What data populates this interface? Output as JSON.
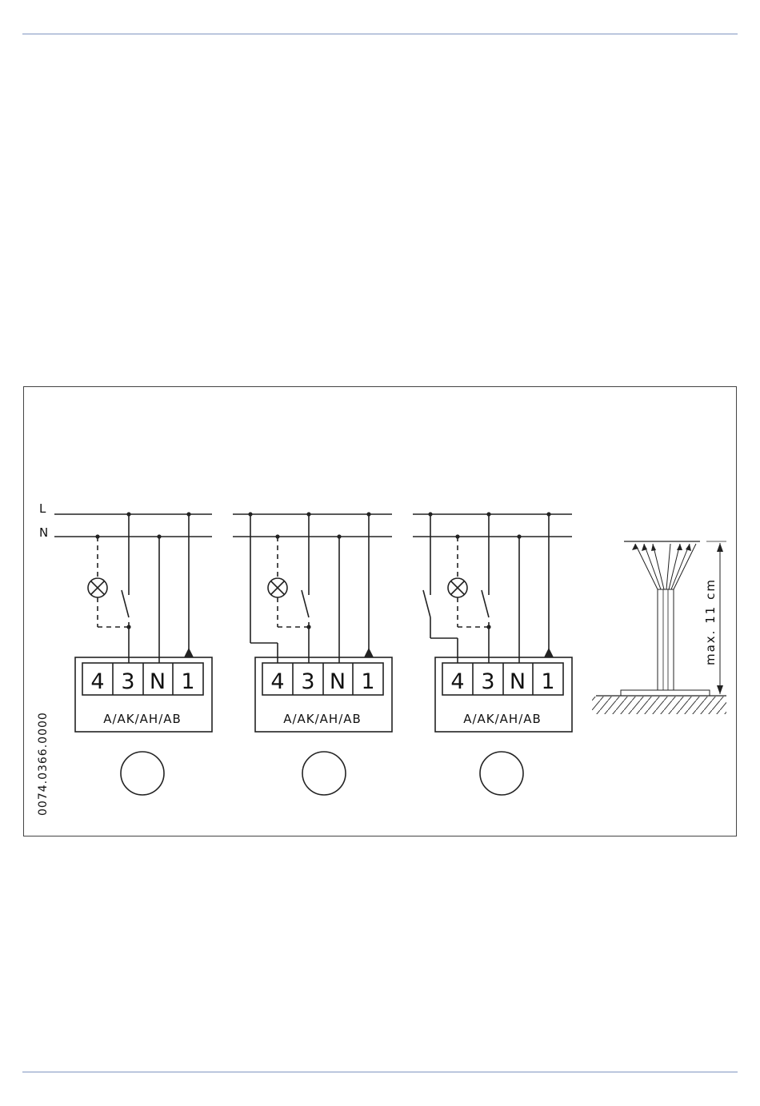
{
  "bus_labels": {
    "line": "L",
    "neutral": "N"
  },
  "terminal_labels": [
    "4",
    "3",
    "N",
    "1"
  ],
  "model_label": "A/AK/AH/AB",
  "drawing_number": "0074.0366.0000",
  "dimension_label": "max. 11 cm",
  "variants": [
    {
      "id": "variant-1"
    },
    {
      "id": "variant-2"
    },
    {
      "id": "variant-3"
    }
  ]
}
